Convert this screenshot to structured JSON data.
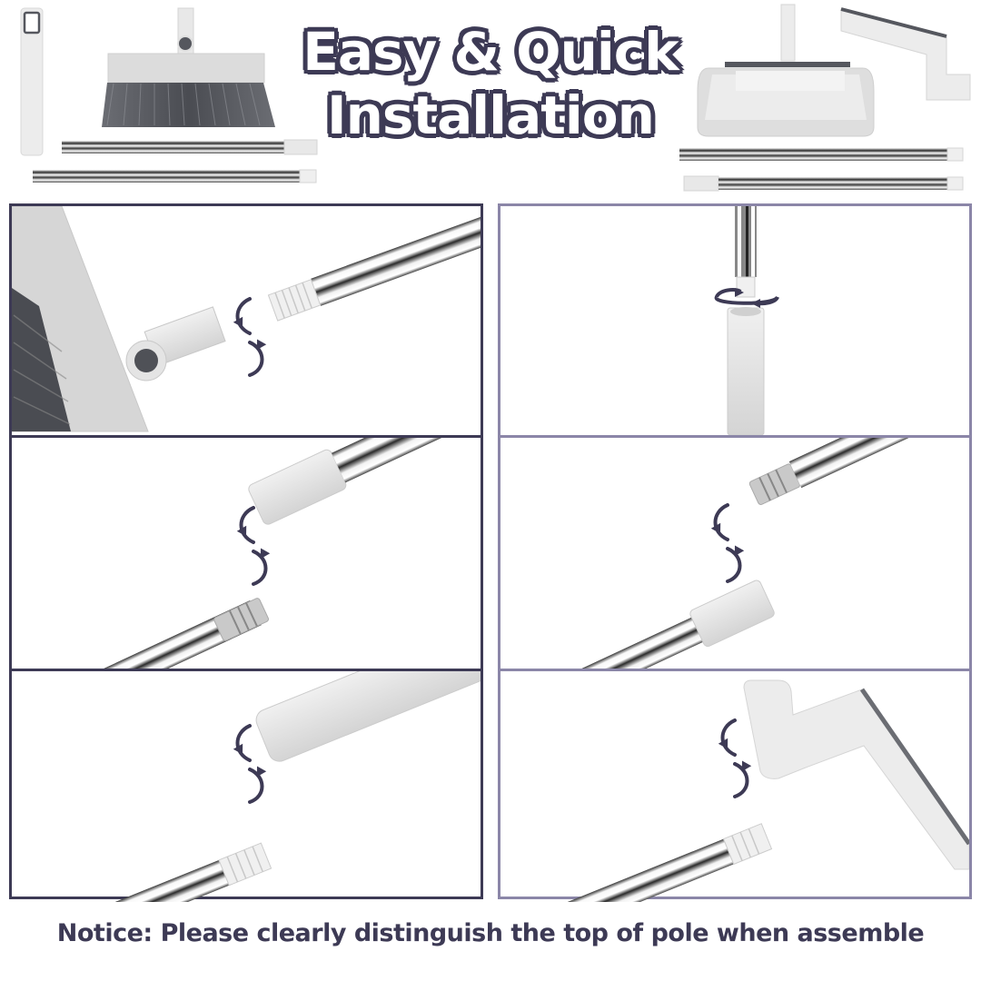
{
  "header": {
    "title_line1": "Easy & Quick",
    "title_line2": "Installation"
  },
  "parts": {
    "left_group": [
      "handle-grip",
      "broom-head",
      "pole-section-upper",
      "pole-section-lower"
    ],
    "right_group": [
      "dustpan",
      "comb-scraper",
      "pole-section-upper",
      "pole-section-lower"
    ]
  },
  "steps": {
    "left": [
      {
        "id": "step-broom-head",
        "description": "Screw pole into broom head connector",
        "icon": "rotate-arrows-icon"
      },
      {
        "id": "step-pole-join",
        "description": "Screw threaded pole end into pole connector",
        "icon": "rotate-arrows-icon"
      },
      {
        "id": "step-handle",
        "description": "Screw pole into handle grip",
        "icon": "rotate-arrows-icon"
      }
    ],
    "right": [
      {
        "id": "step-dustpan",
        "description": "Screw pole into dustpan connector",
        "icon": "rotate-arrows-icon"
      },
      {
        "id": "step-pole-join",
        "description": "Screw threaded pole end into pole connector",
        "icon": "rotate-arrows-icon"
      },
      {
        "id": "step-scraper-handle",
        "description": "Screw pole into comb scraper handle",
        "icon": "rotate-arrows-icon"
      }
    ]
  },
  "footer": {
    "notice": "Notice: Please clearly distinguish the top of pole when assemble"
  },
  "colors": {
    "accent_dark": "#3d3a55",
    "accent_light": "#8b86a8",
    "plastic": "#e6e6e6",
    "bristle": "#55575e"
  }
}
